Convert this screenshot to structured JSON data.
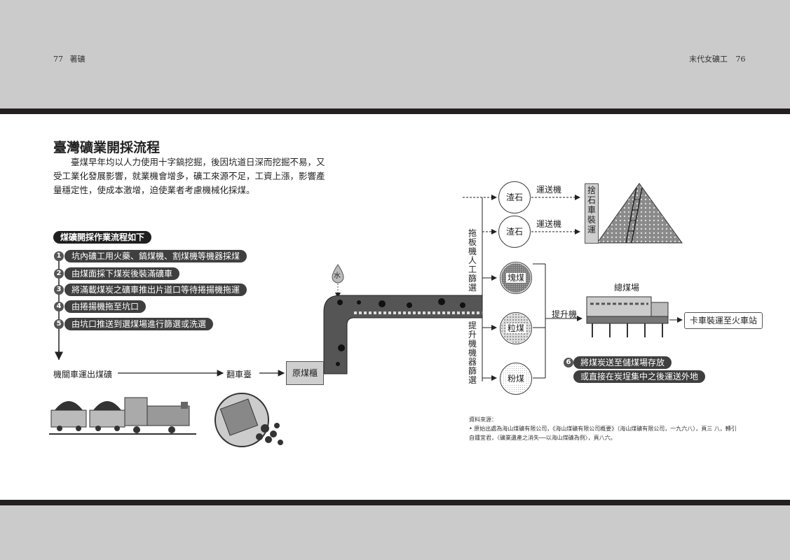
{
  "header": {
    "left_page_no": "77",
    "left_title": "著礦",
    "right_title": "末代女礦工",
    "right_page_no": "76"
  },
  "title": "臺灣礦業開採流程",
  "intro": "臺煤早年均以人力使用十字鎬挖掘，後因坑道日深而挖掘不易，又受工業化發展影響，就業機會增多，礦工來源不足，工資上漲，影響產量穩定性，使成本激增，迫使業者考慮機械化採煤。",
  "process_heading": "煤礦開採作業流程如下",
  "steps": [
    {
      "num": "1",
      "text": "坑內礦工用火藥、鎬煤機、割煤機等機器採煤"
    },
    {
      "num": "2",
      "text": "由煤面採下煤炭後裝滿礦車"
    },
    {
      "num": "3",
      "text": "將滿載煤炭之礦車推出片道口等待捲揚機拖運"
    },
    {
      "num": "4",
      "text": "由捲揚機拖至坑口"
    },
    {
      "num": "5",
      "text": "由坑口推送到選煤場進行篩選或洗選"
    }
  ],
  "flow": {
    "loco_out": "機關車運出煤礦",
    "tipper": "翻車臺",
    "raw_bin": "原煤櫃",
    "water": "水",
    "manual_sort": "拖板機人工篩選",
    "machine_sort": "提升機機器篩選",
    "slag1": "渣石",
    "slag2": "渣石",
    "conveyor1": "運送機",
    "conveyor2": "運送機",
    "slag_loading": "捨石車裝運",
    "lump": "塊煤",
    "granular": "粒煤",
    "powder": "粉煤",
    "lift": "提升機",
    "storage_yard": "總煤場",
    "truck": "卡車裝運至火車站",
    "step6_num": "6",
    "step6_line1": "將煤炭送至儲煤場存放",
    "step6_line2": "或直接在炭埕集中之後運送外地"
  },
  "source": {
    "label": "資料來源：",
    "line1": "原始出處為海山煤礦有限公司，《海山煤礦有限公司概要》（海山煤礦有限公司，一九六八），頁三",
    "line2": "八，轉引自鍾宜君，〈礦業遺產之消失──以海山煤礦為例〉，頁八六。"
  }
}
